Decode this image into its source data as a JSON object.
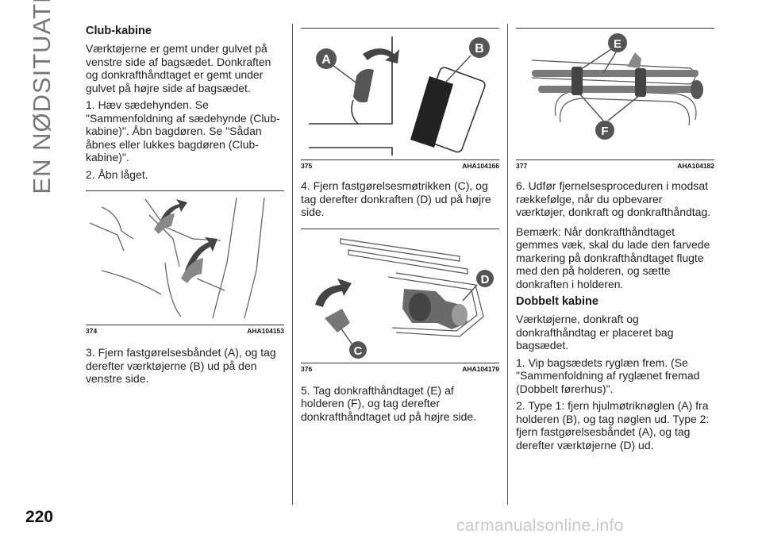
{
  "side_tab": "EN NØDSITUATION",
  "page_number": "220",
  "watermark": "carmanualsonline.info",
  "col1": {
    "heading": "Club-kabine",
    "p1": "Værktøjerne er gemt under gulvet på venstre side af bagsædet. Donkraften og donkrafthåndtaget er gemt under gulvet på højre side af bagsædet.",
    "p2": "1. Hæv sædehynden. Se \"Sammenfoldning af sædehynde (Club-kabine)\". Åbn bagdøren. Se \"Sådan åbnes eller lukkes bagdøren (Club-kabine)\".",
    "p3": "2. Åbn låget.",
    "fig_num": "374",
    "fig_code": "AHA104153",
    "p4": "3. Fjern fastgørelsesbåndet (A), og tag derefter værktøjerne (B) ud på den venstre side."
  },
  "col2": {
    "fig1_num": "375",
    "fig1_code": "AHA104166",
    "fig1_labels": {
      "a": "A",
      "b": "B"
    },
    "p1": "4. Fjern fastgørelsesmøtrikken (C), og tag derefter donkraften (D) ud på højre side.",
    "fig2_num": "376",
    "fig2_code": "AHA104179",
    "fig2_labels": {
      "c": "C",
      "d": "D"
    },
    "p2": "5. Tag donkrafthåndtaget (E) af holderen (F), og tag derefter donkrafthåndtaget ud på højre side."
  },
  "col3": {
    "fig_num": "377",
    "fig_code": "AHA104182",
    "fig_labels": {
      "e": "E",
      "f": "F"
    },
    "p1": "6. Udfør fjernelsesproceduren i modsat rækkefølge, når du opbevarer værktøjer, donkraft og donkrafthåndtag.",
    "p2": "Bemærk: Når donkrafthåndtaget gemmes væk, skal du lade den farvede markering på donkrafthåndtaget flugte med den på holderen, og sætte donkraften i holderen.",
    "heading": "Dobbelt kabine",
    "p3": "Værktøjerne, donkraft og donkrafthåndtag er placeret bag bagsædet.",
    "p4": "1. Vip bagsædets ryglæn frem. (Se \"Sammenfoldning af ryglænet fremad (Dobbelt førerhus)\".",
    "p5": "2. Type 1: fjern hjulmøtriknøglen (A) fra holderen (B), og tag nøglen ud. Type 2: fjern fastgørelsesbåndet (A), og tag derefter værktøjerne (D) ud."
  }
}
